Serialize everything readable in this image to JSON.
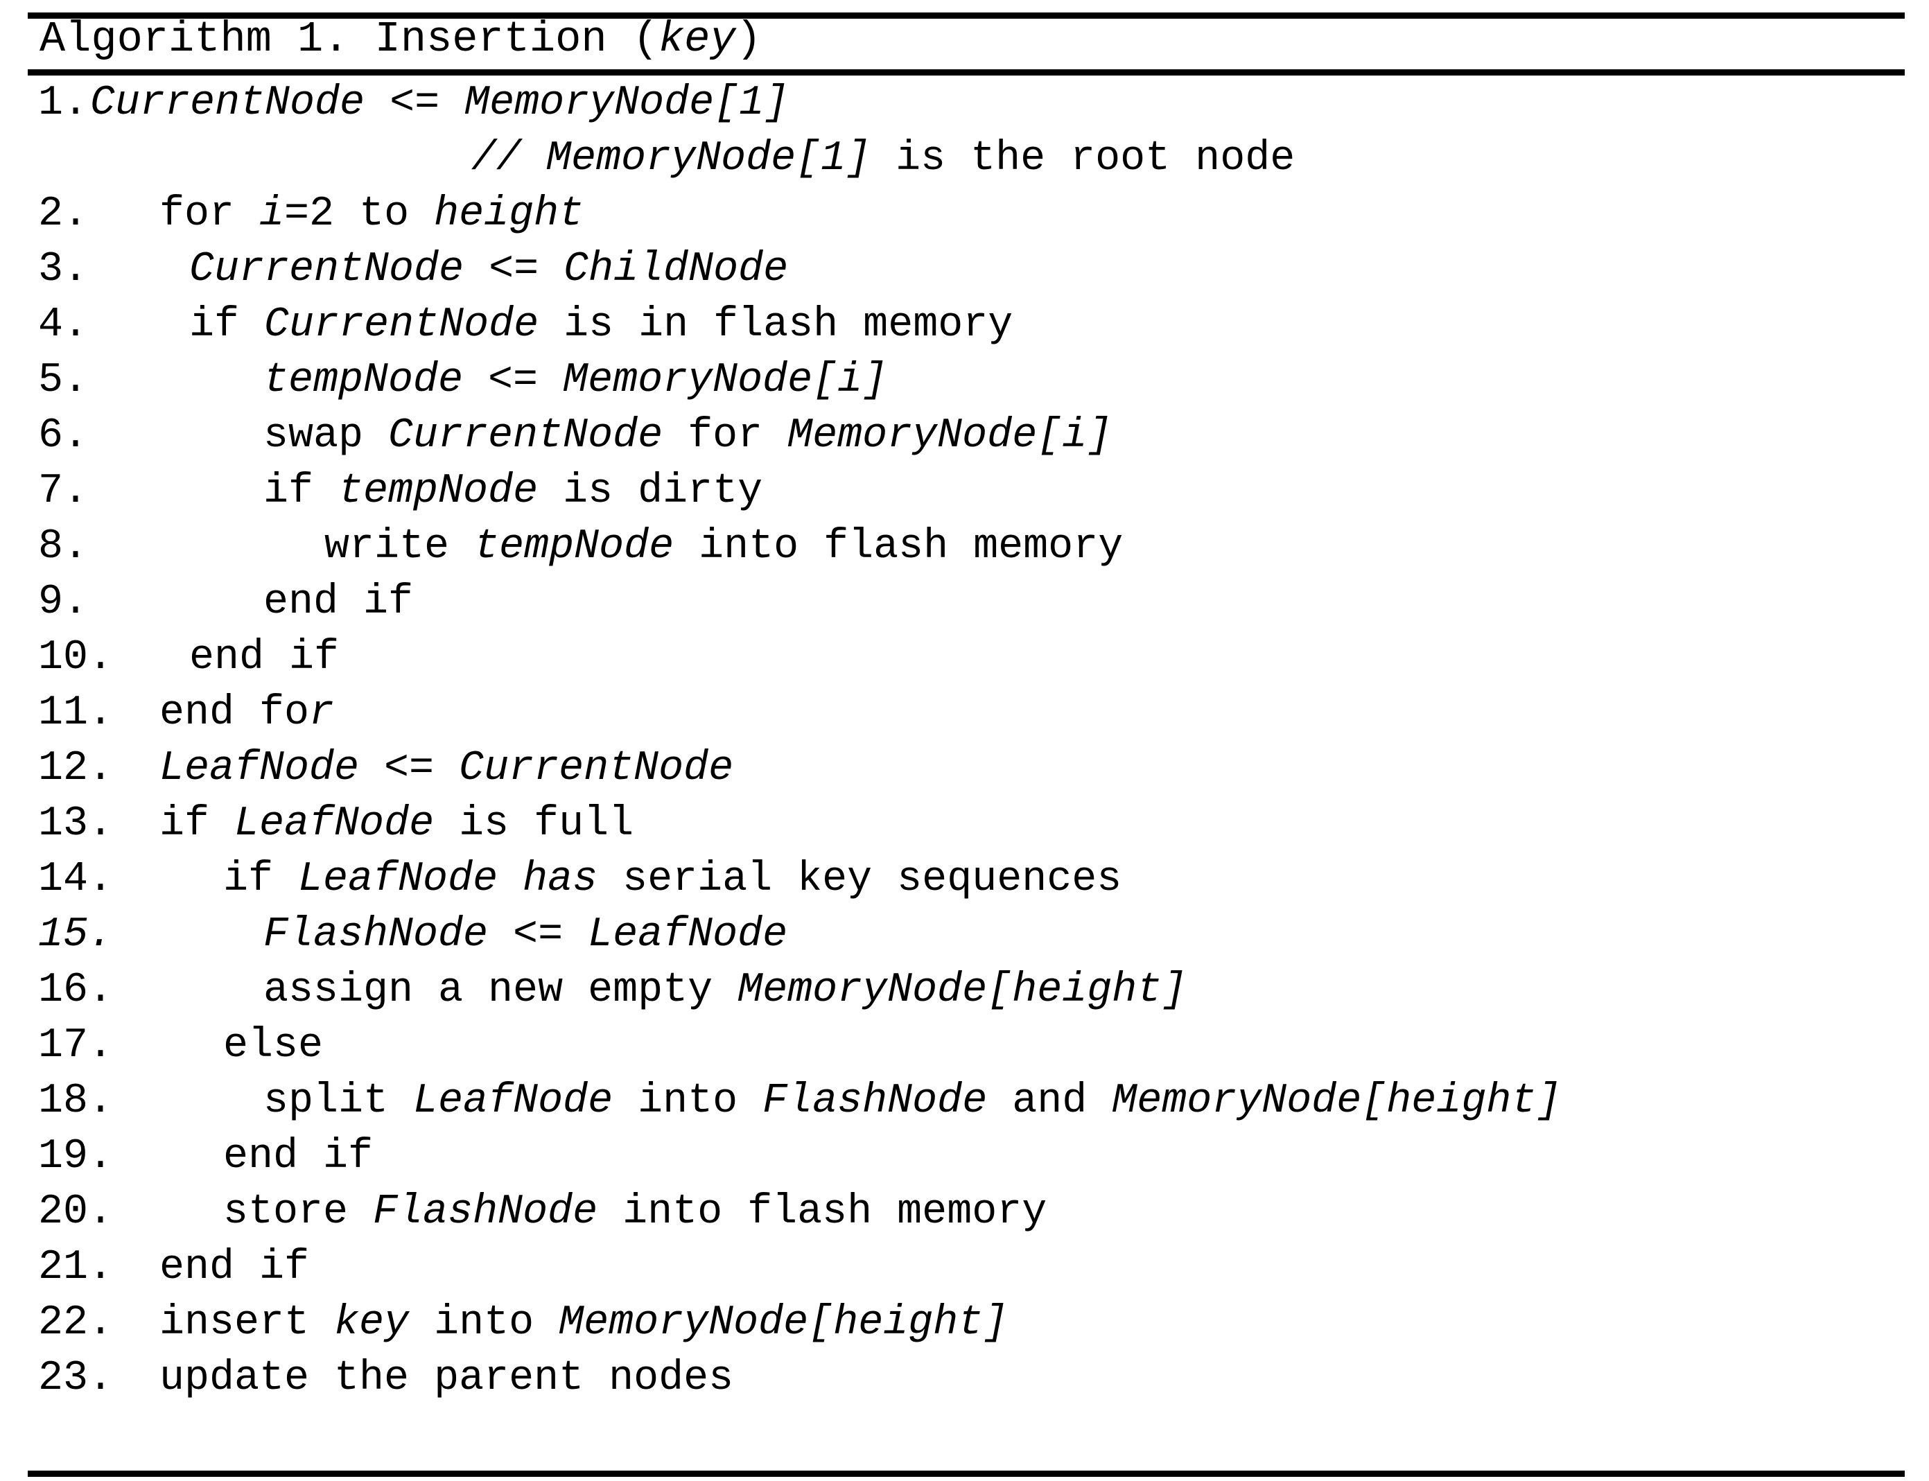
{
  "figure": {
    "kind": "algorithm-pseudocode-box",
    "title_plain": "Algorithm 1. Insertion (key)",
    "title": {
      "prefix": "Algorithm 1. Insertion (",
      "param": "key",
      "suffix": ")"
    }
  },
  "lines": [
    {
      "no": "1.",
      "no_italic": false,
      "indent": "ind-0",
      "text": "CurrentNode <= MemoryNode[1]",
      "tokens": [
        {
          "t": "CurrentNode <= MemoryNode[1]",
          "i": true
        }
      ]
    },
    {
      "no": "",
      "no_italic": false,
      "indent": "ind-c",
      "text": "// MemoryNode[1] is the root node",
      "tokens": [
        {
          "t": "// ",
          "i": true
        },
        {
          "t": "MemoryNode[1]",
          "i": true
        },
        {
          "t": " is the root node",
          "i": false
        }
      ]
    },
    {
      "no": "2.",
      "no_italic": false,
      "indent": "ind-2",
      "text": "for i=2 to height",
      "tokens": [
        {
          "t": "for ",
          "i": false
        },
        {
          "t": "i",
          "i": true
        },
        {
          "t": "=2 to ",
          "i": false
        },
        {
          "t": "height",
          "i": true
        }
      ]
    },
    {
      "no": "3.",
      "no_italic": false,
      "indent": "ind-3",
      "text": "CurrentNode <= ChildNode",
      "tokens": [
        {
          "t": "CurrentNode <= ChildNode",
          "i": true
        }
      ]
    },
    {
      "no": "4.",
      "no_italic": false,
      "indent": "ind-3",
      "text": "if CurrentNode is in flash memory",
      "tokens": [
        {
          "t": "if ",
          "i": false
        },
        {
          "t": "CurrentNode",
          "i": true
        },
        {
          "t": " is in flash memory",
          "i": false
        }
      ]
    },
    {
      "no": "5.",
      "no_italic": false,
      "indent": "ind-5",
      "text": "tempNode <= MemoryNode[i]",
      "tokens": [
        {
          "t": "tempNode <= MemoryNode[i]",
          "i": true
        }
      ]
    },
    {
      "no": "6.",
      "no_italic": false,
      "indent": "ind-5",
      "text": "swap CurrentNode for MemoryNode[i]",
      "tokens": [
        {
          "t": "swap ",
          "i": false
        },
        {
          "t": "CurrentNode",
          "i": true
        },
        {
          "t": " for ",
          "i": false
        },
        {
          "t": "MemoryNode[i]",
          "i": true
        }
      ]
    },
    {
      "no": "7.",
      "no_italic": false,
      "indent": "ind-5",
      "text": "if tempNode is dirty",
      "tokens": [
        {
          "t": "if ",
          "i": false
        },
        {
          "t": "tempNode",
          "i": true
        },
        {
          "t": " is dirty",
          "i": false
        }
      ]
    },
    {
      "no": "8.",
      "no_italic": false,
      "indent": "ind-7",
      "text": "write tempNode into flash memory",
      "tokens": [
        {
          "t": "write ",
          "i": false
        },
        {
          "t": "tempNode",
          "i": true
        },
        {
          "t": " into flash memory",
          "i": false
        }
      ]
    },
    {
      "no": "9.",
      "no_italic": false,
      "indent": "ind-5",
      "text": "end if",
      "tokens": [
        {
          "t": "end if",
          "i": false
        }
      ]
    },
    {
      "no": "10.",
      "no_italic": false,
      "indent": "ind-3",
      "text": "end if",
      "tokens": [
        {
          "t": "end if",
          "i": false
        }
      ]
    },
    {
      "no": "11.",
      "no_italic": false,
      "indent": "ind-2",
      "text": "end for",
      "tokens": [
        {
          "t": "end fo",
          "i": false
        },
        {
          "t": "r",
          "i": true
        }
      ]
    },
    {
      "no": "12.",
      "no_italic": false,
      "indent": "ind-2",
      "text": "LeafNode <= CurrentNode",
      "tokens": [
        {
          "t": "LeafNode <= CurrentNode",
          "i": true
        }
      ]
    },
    {
      "no": "13.",
      "no_italic": false,
      "indent": "ind-2",
      "text": "if LeafNode is full",
      "tokens": [
        {
          "t": "if ",
          "i": false
        },
        {
          "t": "LeafNode",
          "i": true
        },
        {
          "t": " is full",
          "i": false
        }
      ]
    },
    {
      "no": "14.",
      "no_italic": false,
      "indent": "ind-4",
      "text": "if LeafNode has serial key sequences",
      "tokens": [
        {
          "t": "if ",
          "i": false
        },
        {
          "t": "LeafNode has",
          "i": true
        },
        {
          "t": " serial key sequences",
          "i": false
        }
      ]
    },
    {
      "no": "15.",
      "no_italic": true,
      "indent": "ind-5",
      "text": "FlashNode <= LeafNode",
      "tokens": [
        {
          "t": "FlashNode <= LeafNode",
          "i": true
        }
      ]
    },
    {
      "no": "16.",
      "no_italic": false,
      "indent": "ind-5",
      "text": "assign a new empty MemoryNode[height]",
      "tokens": [
        {
          "t": "assign a new empty ",
          "i": false
        },
        {
          "t": "MemoryNode[height]",
          "i": true
        }
      ]
    },
    {
      "no": "17.",
      "no_italic": false,
      "indent": "ind-4",
      "text": "else",
      "tokens": [
        {
          "t": "else",
          "i": false
        }
      ]
    },
    {
      "no": "18.",
      "no_italic": false,
      "indent": "ind-5",
      "text": "split LeafNode into FlashNode and MemoryNode[height]",
      "tokens": [
        {
          "t": "split ",
          "i": false
        },
        {
          "t": "LeafNode",
          "i": true
        },
        {
          "t": " into ",
          "i": false
        },
        {
          "t": "FlashNode",
          "i": true
        },
        {
          "t": " and ",
          "i": false
        },
        {
          "t": "MemoryNode[height]",
          "i": true
        }
      ]
    },
    {
      "no": "19.",
      "no_italic": false,
      "indent": "ind-4",
      "text": "end if",
      "tokens": [
        {
          "t": "end if",
          "i": false
        }
      ]
    },
    {
      "no": "20.",
      "no_italic": false,
      "indent": "ind-4",
      "text": "store FlashNode into flash memory",
      "tokens": [
        {
          "t": "store ",
          "i": false
        },
        {
          "t": "FlashNode",
          "i": true
        },
        {
          "t": " into flash memory",
          "i": false
        }
      ]
    },
    {
      "no": "21.",
      "no_italic": false,
      "indent": "ind-2",
      "text": "end if",
      "tokens": [
        {
          "t": "end if",
          "i": false
        }
      ]
    },
    {
      "no": "22.",
      "no_italic": false,
      "indent": "ind-2",
      "text": "insert key into MemoryNode[height]",
      "tokens": [
        {
          "t": "insert ",
          "i": false
        },
        {
          "t": "key",
          "i": true
        },
        {
          "t": " into ",
          "i": false
        },
        {
          "t": "MemoryNode[height]",
          "i": true
        }
      ]
    },
    {
      "no": "23.",
      "no_italic": false,
      "indent": "ind-2",
      "text": "update the parent nodes",
      "tokens": [
        {
          "t": "update the parent nodes",
          "i": false
        }
      ]
    }
  ],
  "colors": {
    "text": "#000000",
    "background": "#ffffff",
    "rule": "#000000"
  }
}
